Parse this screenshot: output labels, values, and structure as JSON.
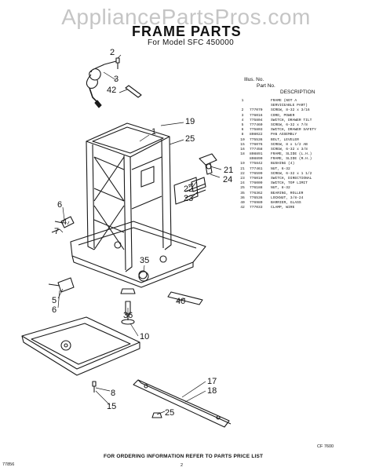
{
  "watermark": "AppliancePartsPros.com",
  "title": "FRAME PARTS",
  "subtitle": "For Model SFC 450000",
  "parts_table": {
    "headers": {
      "illus_no": "Illus. No.",
      "part_no": "Part No.",
      "description": "DESCRIPTION"
    },
    "rows": [
      {
        "illus": "1",
        "part": "",
        "desc": "FRAME (NOT A"
      },
      {
        "illus": "",
        "part": "",
        "desc": "SERVICEABLE PART)"
      },
      {
        "illus": "2",
        "part": "777070",
        "desc": "SCREW, 8-32 x 3/16"
      },
      {
        "illus": "3",
        "part": "776016",
        "desc": "CORD, POWER"
      },
      {
        "illus": "4",
        "part": "775804",
        "desc": "SWITCH, DRAWER TILT"
      },
      {
        "illus": "5",
        "part": "777460",
        "desc": "SCREW, 6-32 x 7/8"
      },
      {
        "illus": "6",
        "part": "775803",
        "desc": "SWITCH, DRAWER SAFETY"
      },
      {
        "illus": "8",
        "part": "808022",
        "desc": "PAN ASSEMBLY"
      },
      {
        "illus": "10",
        "part": "775536",
        "desc": "BOLT, LEVELER"
      },
      {
        "illus": "15",
        "part": "776076",
        "desc": "SCREW, 8 x 1/2 AB"
      },
      {
        "illus": "16",
        "part": "777458",
        "desc": "SCREW, 6-32 x 3/8"
      },
      {
        "illus": "18",
        "part": "808891",
        "desc": "FRAME, SLIDE (L.H.)"
      },
      {
        "illus": "",
        "part": "808890",
        "desc": "FRAME, SLIDE (R.H.)"
      },
      {
        "illus": "19",
        "part": "775842",
        "desc": "BUSHING (4)"
      },
      {
        "illus": "21",
        "part": "777461",
        "desc": "NUT, 6-32"
      },
      {
        "illus": "22",
        "part": "776599",
        "desc": "SCREW, 6-32 x 1 1/2"
      },
      {
        "illus": "23",
        "part": "776010",
        "desc": "SWITCH, DIRECTIONAL"
      },
      {
        "illus": "24",
        "part": "776009",
        "desc": "SWITCH, TOP LIMIT"
      },
      {
        "illus": "25",
        "part": "776188",
        "desc": "NUT, 8-32"
      },
      {
        "illus": "35",
        "part": "776362",
        "desc": "BEARING, ROLLER"
      },
      {
        "illus": "36",
        "part": "776536",
        "desc": "LOCKNUT, 3/8-24"
      },
      {
        "illus": "40",
        "part": "776980",
        "desc": "BARRIER, GLASS"
      },
      {
        "illus": "42",
        "part": "777033",
        "desc": "CLAMP, WIRE"
      }
    ]
  },
  "callouts": [
    "2",
    "3",
    "42",
    "19",
    "1",
    "25",
    "21",
    "24",
    "22",
    "23",
    "6",
    "4",
    "7",
    "35",
    "5",
    "6",
    "40",
    "36",
    "10",
    "8",
    "15",
    "17",
    "18",
    "25"
  ],
  "diagram_code": "CF 7600",
  "ordering_note": "FOR ORDERING INFORMATION REFER TO PARTS PRICE LIST",
  "page_number": "2",
  "doc_code": "77856"
}
